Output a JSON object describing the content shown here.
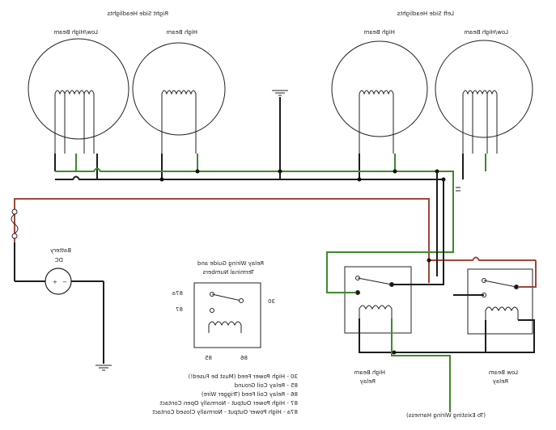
{
  "headlights": {
    "right_side_title": "Right Side Headlights",
    "left_side_title": "Left Side Headlights",
    "lamps": [
      {
        "label": "Low/High Beam"
      },
      {
        "label": "High Beam"
      },
      {
        "label": "High Beam"
      },
      {
        "label": "Low/High Beam"
      }
    ]
  },
  "battery": {
    "label": "Battery",
    "type": "DC"
  },
  "relay_guide": {
    "title_line1": "Relay Wiring Guide and",
    "title_line2": "Terminal Numbers",
    "pin_87a": "87a",
    "pin_87": "87",
    "pin_30": "30",
    "pin_85": "85",
    "pin_86": "86"
  },
  "pin_legend": [
    "30 - High Power Feed (Must be Fused!)",
    "85 - Relay Coil Ground",
    "86 - Relay Coil Feed (Trigger Wire)",
    "87 - High Power Output - Normally Open Contact",
    "87a - High Power Output - Normally Closed Contact"
  ],
  "relays": {
    "high_beam_line1": "High Beam",
    "high_beam_line2": "Relay",
    "low_beam_line1": "Low Beam",
    "low_beam_line2": "Relay"
  },
  "harness_label": "(To Existing Wiring Harness)",
  "colors": {
    "green_wire": "#3d8a2c",
    "black_wire": "#1d1d1d",
    "red_wire": "#a0473a"
  }
}
